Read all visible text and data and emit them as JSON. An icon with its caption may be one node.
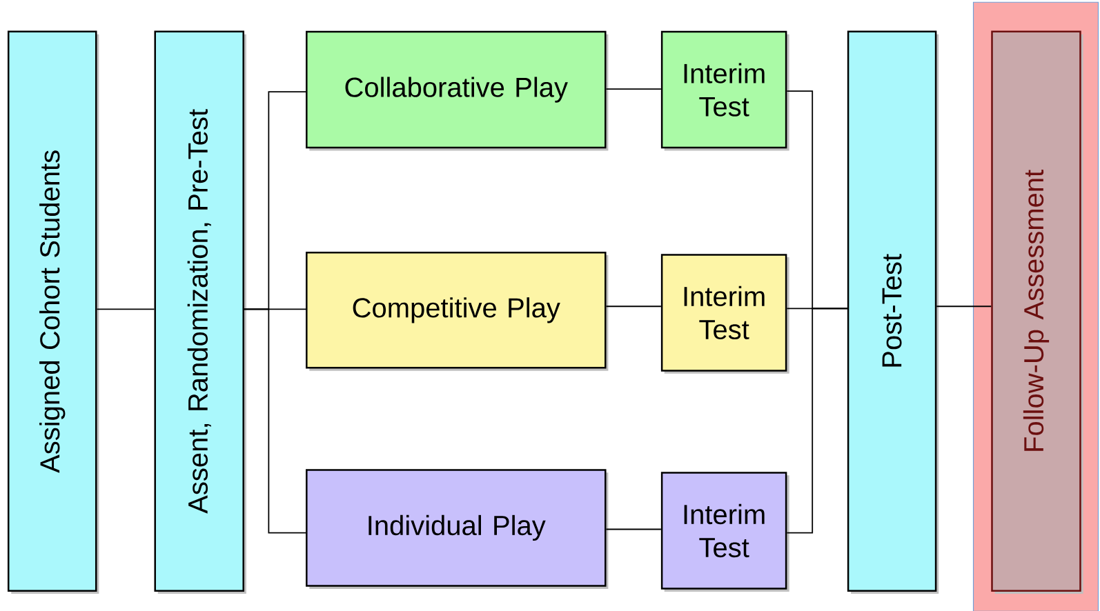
{
  "diagram": {
    "nodes": [
      {
        "text": [
          "Assigned Cohort Students"
        ]
      },
      {
        "text": [
          "Assent, Randomization, Pre-Test"
        ]
      },
      {
        "text": [
          "Collaborative Play"
        ]
      },
      {
        "text": [
          "Interim Test"
        ]
      },
      {
        "text": [
          "Competitive Play"
        ]
      },
      {
        "text": [
          "Interim Test"
        ]
      },
      {
        "text": [
          "Individual Play"
        ]
      },
      {
        "text": [
          "Interim Test"
        ]
      },
      {
        "text": [
          "Post-Test"
        ]
      },
      {
        "text": [],
        "shape": "box"
      },
      {
        "text": [
          "Follow-Up Assessment"
        ],
        "in": 9
      }
    ],
    "edges": [
      {
        "from": 0,
        "to": 1,
        "arrow": "none"
      },
      {
        "from": 1,
        "to": 2,
        "arrow": "none"
      },
      {
        "from": 1,
        "to": 4,
        "arrow": "none"
      },
      {
        "from": 1,
        "to": 6,
        "arrow": "none"
      },
      {
        "from": 2,
        "to": 3,
        "arrow": "none"
      },
      {
        "from": 4,
        "to": 5,
        "arrow": "none"
      },
      {
        "from": 6,
        "to": 7,
        "arrow": "none"
      },
      {
        "from": 3,
        "to": 8,
        "arrow": "none"
      },
      {
        "from": 5,
        "to": 8,
        "arrow": "none"
      },
      {
        "from": 7,
        "to": 8,
        "arrow": "none"
      },
      {
        "from": 8,
        "to": 10,
        "arrow": "none"
      }
    ]
  }
}
